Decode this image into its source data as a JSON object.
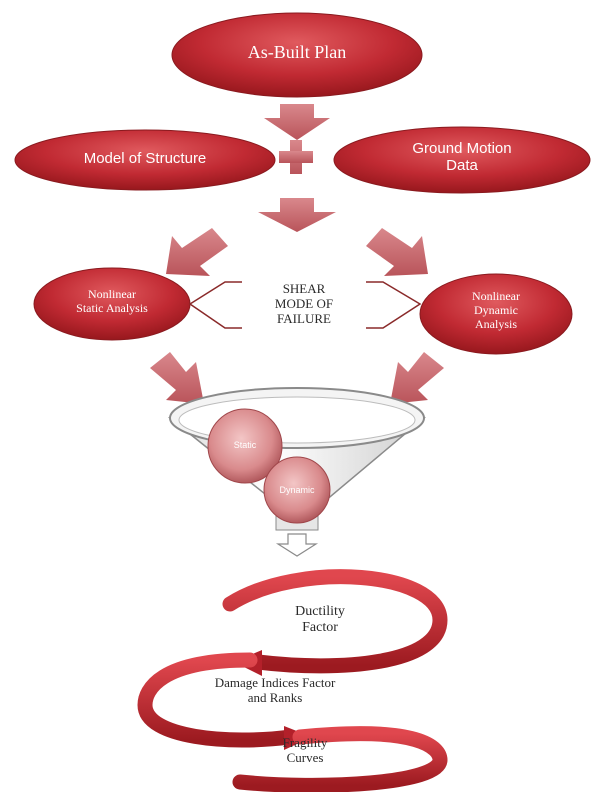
{
  "nodes": {
    "as_built": "As-Built Plan",
    "model": "Model of Structure",
    "ground_line1": "Ground Motion",
    "ground_line2": "Data",
    "nl_static_line1": "Nonlinear",
    "nl_static_line2": "Static Analysis",
    "nl_dynamic_line1": "Nonlinear",
    "nl_dynamic_line2": "Dynamic",
    "nl_dynamic_line3": "Analysis",
    "shear_line1": "SHEAR",
    "shear_line2": "MODE OF",
    "shear_line3": "FAILURE"
  },
  "funnel": {
    "static": "Static",
    "dynamic": "Dynamic"
  },
  "cycle": {
    "ductility_line1": "Ductility",
    "ductility_line2": "Factor",
    "damage_line1": "Damage Indices Factor",
    "damage_line2": "and Ranks",
    "fragility_line1": "Fragility",
    "fragility_line2": "Curves"
  },
  "colors": {
    "primary_red": "#b3202a",
    "arrow_red": "#c86a6f",
    "funnel_rim": "#8a8a8a",
    "bracket": "#8a2a2a"
  }
}
